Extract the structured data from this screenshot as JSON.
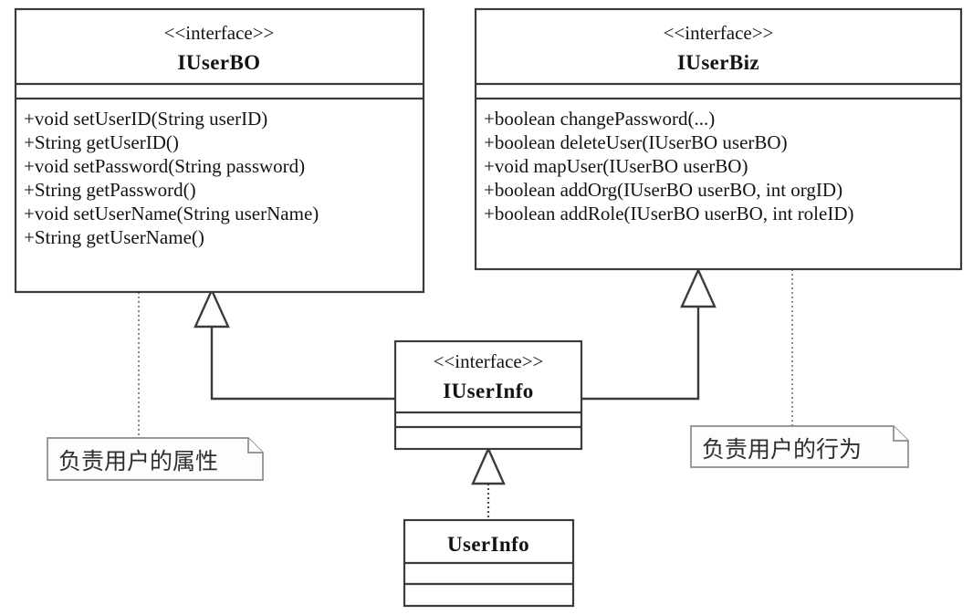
{
  "diagram": {
    "kind": "uml-class-diagram",
    "stereotype_label": "<<interface>>",
    "background_color": "#ffffff",
    "line_color": "#3b3b3b",
    "note_line_color": "#8a8a8a"
  },
  "classes": {
    "iuserbo": {
      "stereotype": "<<interface>>",
      "name": "IUserBO",
      "members": [
        "+void setUserID(String userID)",
        "+String getUserID()",
        "+void setPassword(String password)",
        "+String getPassword()",
        "+void setUserName(String userName)",
        "+String getUserName()"
      ]
    },
    "iuserbiz": {
      "stereotype": "<<interface>>",
      "name": "IUserBiz",
      "members": [
        "+boolean changePassword(...)",
        "+boolean deleteUser(IUserBO userBO)",
        "+void mapUser(IUserBO userBO)",
        "+boolean addOrg(IUserBO userBO, int orgID)",
        "+boolean addRole(IUserBO userBO, int roleID)"
      ]
    },
    "iuserinfo": {
      "stereotype": "<<interface>>",
      "name": "IUserInfo",
      "members": []
    },
    "userinfo": {
      "stereotype": "",
      "name": "UserInfo",
      "members": []
    }
  },
  "notes": {
    "attributes_note": {
      "text": "负责用户的属性"
    },
    "behavior_note": {
      "text": "负责用户的行为"
    }
  },
  "relationships": [
    {
      "name": "iuserinfo-extends-iuserbo",
      "type": "generalization",
      "from": "IUserInfo",
      "to": "IUserBO",
      "style": "solid"
    },
    {
      "name": "iuserinfo-extends-iuserbiz",
      "type": "generalization",
      "from": "IUserInfo",
      "to": "IUserBiz",
      "style": "solid"
    },
    {
      "name": "userinfo-implements-iuserinfo",
      "type": "realization",
      "from": "UserInfo",
      "to": "IUserInfo",
      "style": "dotted"
    },
    {
      "name": "note-anchor-iuserbo",
      "type": "note-link",
      "from": "负责用户的属性",
      "to": "IUserBO",
      "style": "dotted"
    },
    {
      "name": "note-anchor-iuserbiz",
      "type": "note-link",
      "from": "负责用户的行为",
      "to": "IUserBiz",
      "style": "dotted"
    }
  ]
}
